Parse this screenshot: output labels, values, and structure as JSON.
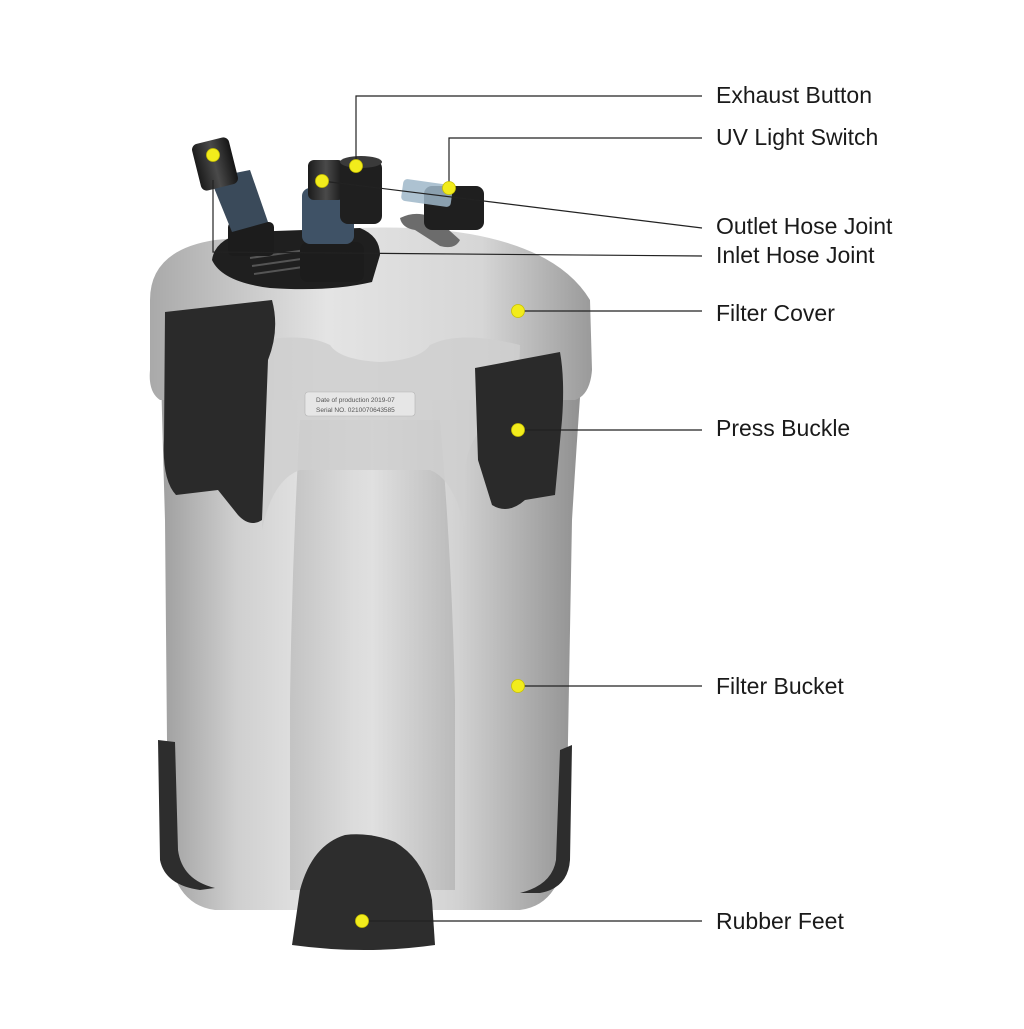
{
  "labels": {
    "exhaust_button": "Exhaust Button",
    "uv_light_switch": "UV Light Switch",
    "outlet_hose_joint": "Outlet Hose Joint",
    "inlet_hose_joint": "Inlet Hose Joint",
    "filter_cover": "Filter Cover",
    "press_buckle": "Press Buckle",
    "filter_bucket": "Filter Bucket",
    "rubber_feet": "Rubber Feet"
  },
  "plate": {
    "production": "Date of production 2019-07",
    "serial": "Serial NO.  0210070643585"
  },
  "colors": {
    "marker": "#f2ec1c",
    "leader_line": "#222222",
    "body_silver": "#c9c9c9",
    "rubber_black": "#2b2b2b"
  }
}
